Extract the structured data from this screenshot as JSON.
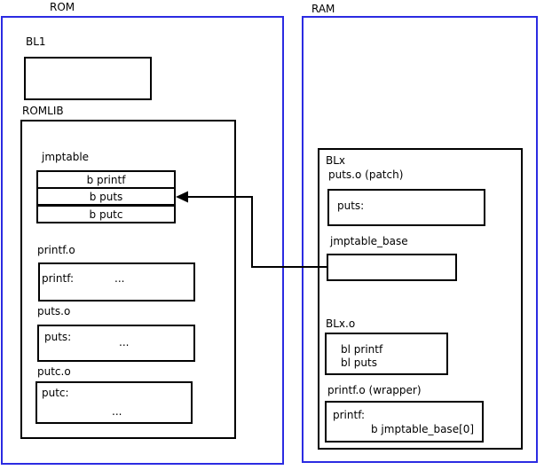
{
  "rom": {
    "title": "ROM",
    "bl1": {
      "label": "BL1"
    },
    "romlib": {
      "label": "ROMLIB",
      "jmptable": {
        "label": "jmptable",
        "entries": [
          "b printf",
          "b puts",
          "b putc"
        ]
      },
      "printf_o": {
        "label": "printf.o",
        "symbol": "printf:",
        "body": "..."
      },
      "puts_o": {
        "label": "puts.o",
        "symbol": "puts:",
        "body": "..."
      },
      "putc_o": {
        "label": "putc.o",
        "symbol": "putc:",
        "body": "..."
      }
    }
  },
  "ram": {
    "title": "RAM",
    "blx": {
      "label": "BLx",
      "puts_patch": {
        "label": "puts.o (patch)",
        "symbol": "puts:"
      },
      "jmptable_base": {
        "label": "jmptable_base"
      },
      "blx_o": {
        "label": "BLx.o",
        "line1": "bl printf",
        "line2": "bl puts"
      },
      "printf_wrapper": {
        "label": "printf.o (wrapper)",
        "symbol": "printf:",
        "branch": "b jmptable_base[0]"
      }
    }
  },
  "colors": {
    "region_border": "#2b2be2",
    "box_border": "#000000",
    "arrow": "#000000"
  }
}
